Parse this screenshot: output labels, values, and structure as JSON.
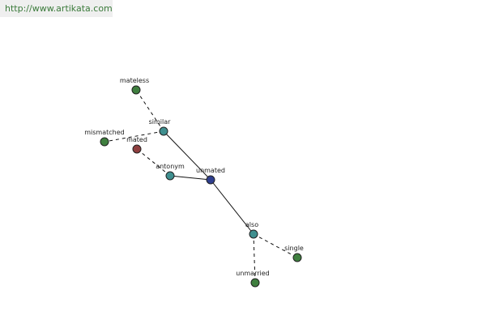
{
  "watermark": {
    "text": "http://www.artikata.com"
  },
  "graph": {
    "colors": {
      "center": "#2f3f8f",
      "relation": "#3f8f8f",
      "leaf": "#3f7f3f",
      "highlight": "#8f3f3f"
    },
    "nodes": [
      {
        "id": "unmated",
        "label": "unmated",
        "kind": "center"
      },
      {
        "id": "similar",
        "label": "similar",
        "kind": "relation"
      },
      {
        "id": "antonym",
        "label": "antonym",
        "kind": "relation"
      },
      {
        "id": "also",
        "label": "also",
        "kind": "relation"
      },
      {
        "id": "mateless",
        "label": "mateless",
        "kind": "leaf"
      },
      {
        "id": "mismatched",
        "label": "mismatched",
        "kind": "leaf"
      },
      {
        "id": "mated",
        "label": "mated",
        "kind": "highlight"
      },
      {
        "id": "single",
        "label": "single",
        "kind": "leaf"
      },
      {
        "id": "unmarried",
        "label": "unmarried",
        "kind": "leaf"
      }
    ],
    "edges": [
      {
        "from": "unmated",
        "to": "similar",
        "style": "solid"
      },
      {
        "from": "unmated",
        "to": "antonym",
        "style": "solid"
      },
      {
        "from": "unmated",
        "to": "also",
        "style": "solid"
      },
      {
        "from": "similar",
        "to": "mateless",
        "style": "dashed"
      },
      {
        "from": "similar",
        "to": "mismatched",
        "style": "dashed"
      },
      {
        "from": "antonym",
        "to": "mated",
        "style": "dashed"
      },
      {
        "from": "also",
        "to": "single",
        "style": "dashed"
      },
      {
        "from": "also",
        "to": "unmarried",
        "style": "dashed"
      }
    ]
  }
}
